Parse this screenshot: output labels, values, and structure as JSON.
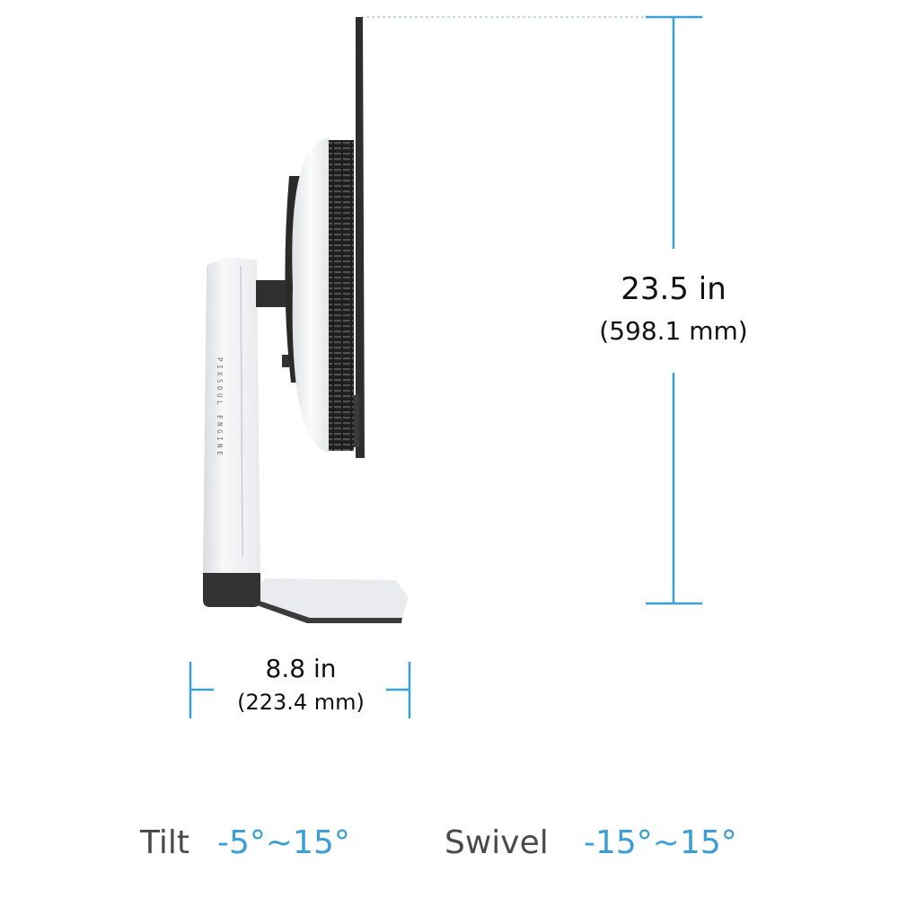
{
  "dimensions": {
    "height_imperial": "23.5 in",
    "height_metric": "(598.1 mm)",
    "depth_imperial": "8.8 in",
    "depth_metric": "(223.4 mm)"
  },
  "stand_branding": "PIXSOUL ENGINE",
  "specs": {
    "tilt_label": "Tilt",
    "tilt_value": "-5°~15°",
    "swivel_label": "Swivel",
    "swivel_value": "-15°~15°"
  },
  "colors": {
    "dimension_line": "#3a9fd6",
    "panel_dark": "#2e2e2e",
    "stand_white": "#f2f3f5",
    "value_text": "#3a9fd6",
    "label_text": "#4a4a4a"
  }
}
